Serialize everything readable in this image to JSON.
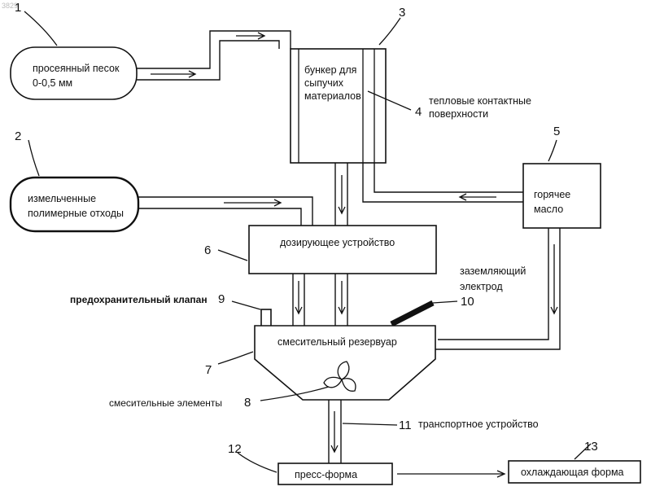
{
  "corner_id": "3829",
  "nodes": {
    "sand": {
      "num": "1",
      "line1": "просеянный песок",
      "line2": "0-0,5 мм"
    },
    "bunker": {
      "num": "3",
      "line1": "бункер для",
      "line2": "сыпучих",
      "line3": "материалов"
    },
    "heat_surfaces": {
      "num": "4",
      "line1": "тепловые контактные",
      "line2": "поверхности"
    },
    "polymer": {
      "num": "2",
      "line1": "измельченные",
      "line2": "полимерные отходы"
    },
    "hot_oil": {
      "num": "5",
      "line1": "горячее",
      "line2": "масло"
    },
    "dosing": {
      "num": "6",
      "label": "дозирующее устройство"
    },
    "electrode": {
      "num": "10",
      "line1": "заземляющий",
      "line2": "электрод"
    },
    "valve": {
      "num": "9",
      "label": "предохранительный клапан"
    },
    "tank": {
      "num": "7",
      "label": "смесительный резервуар"
    },
    "mixers": {
      "num": "8",
      "label": "смесительные элементы"
    },
    "transport": {
      "num": "11",
      "label": "транспортное устройство"
    },
    "press_mold": {
      "num": "12",
      "label": "пресс-форма"
    },
    "cooling_mold": {
      "num": "13",
      "label": "охлаждающая форма"
    }
  }
}
